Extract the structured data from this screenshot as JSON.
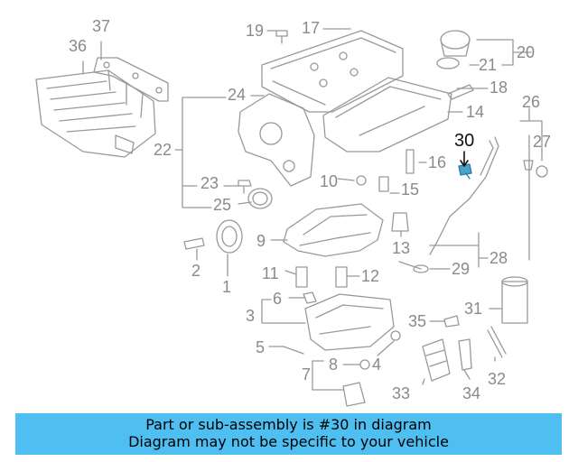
{
  "diagram": {
    "callouts": [
      "1",
      "2",
      "3",
      "4",
      "5",
      "6",
      "7",
      "8",
      "9",
      "10",
      "11",
      "12",
      "13",
      "14",
      "15",
      "16",
      "17",
      "18",
      "19",
      "20",
      "21",
      "22",
      "23",
      "24",
      "25",
      "26",
      "27",
      "28",
      "29",
      "30",
      "31",
      "32",
      "33",
      "34",
      "35",
      "36",
      "37"
    ],
    "highlighted": "30"
  },
  "banner": {
    "line1": "Part or sub-assembly is #30 in diagram",
    "line2": "Diagram may not be specific to your vehicle"
  },
  "colors": {
    "line": "#999999",
    "highlight_part": "#4aa3c8",
    "banner": "#4fbef1"
  }
}
